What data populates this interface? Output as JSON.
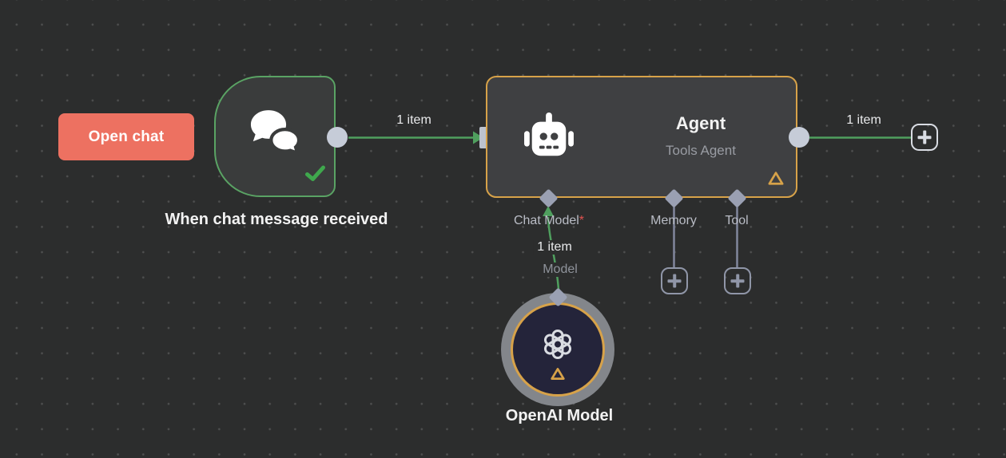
{
  "colors": {
    "canvas_bg": "#2c2d2d",
    "wire_green": "#4f9f5e",
    "trigger_border_green": "#5aa364",
    "check_green": "#3fa84d",
    "warning_orange": "#d7a249",
    "open_chat_coral": "#ed7161",
    "connector_gray": "#c6ccd8",
    "diamond_gray": "#9aa0b3",
    "sub_wire_gray": "#81879d",
    "required_red": "#e0524f",
    "openai_fill": "#24243a"
  },
  "open_chat_button": {
    "label": "Open chat"
  },
  "trigger_node": {
    "name": "When chat message received",
    "icon": "chat-bubbles-icon",
    "status_icon": "checkmark-icon"
  },
  "agent_node": {
    "title": "Agent",
    "subtitle": "Tools Agent",
    "icon": "robot-icon",
    "warning_icon": "warning-triangle-icon",
    "ports": [
      {
        "label": "Chat Model",
        "required_marker": "*"
      },
      {
        "label": "Memory",
        "required_marker": ""
      },
      {
        "label": "Tool",
        "required_marker": ""
      }
    ]
  },
  "openai_node": {
    "name": "OpenAI Model",
    "icon": "openai-logo-icon",
    "warning_icon": "warning-triangle-icon",
    "port_label": "Model"
  },
  "connections": {
    "trigger_to_agent": {
      "label": "1 item"
    },
    "agent_output": {
      "label": "1 item"
    },
    "model_to_agent": {
      "label": "1 item"
    }
  }
}
